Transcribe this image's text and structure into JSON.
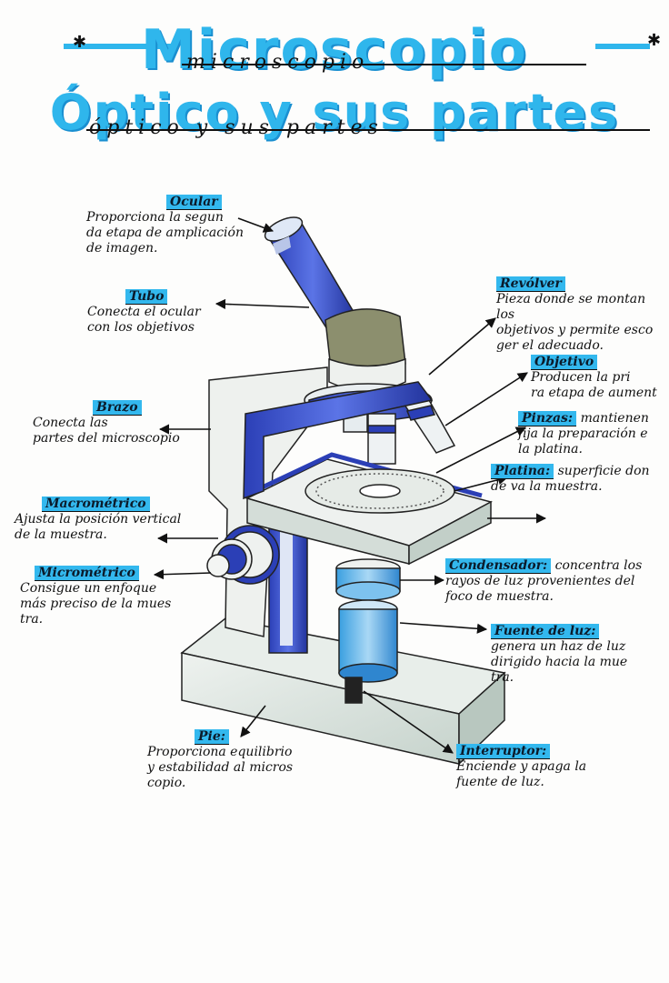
{
  "title": {
    "line1": "Microscopio",
    "line2": "Óptico y sus partes",
    "script1": "microscopio",
    "script2": "óptico y sus partes"
  },
  "colors": {
    "accent": "#2fb6ec",
    "accent_dark": "#2a3fb8",
    "ink": "#111111"
  },
  "parts": {
    "ocular": {
      "name": "Ocular",
      "desc": "Proporciona la segun\nda etapa de amplicación\nde imagen."
    },
    "tubo": {
      "name": "Tubo",
      "desc": "Conecta el ocular\ncon los objetivos"
    },
    "brazo": {
      "name": "Brazo",
      "desc": "Conecta las\npartes del microscopio"
    },
    "macrometrico": {
      "name": "Macrométrico",
      "desc": "Ajusta la posición vertical\nde la muestra."
    },
    "micrometrico": {
      "name": "Micrométrico",
      "desc": "Consigue un enfoque\nmás preciso de la mues\ntra."
    },
    "pie": {
      "name": "Pie:",
      "desc": "Proporciona equilibrio\ny estabilidad al micros\ncopio."
    },
    "revolver": {
      "name": "Revólver",
      "desc": "Pieza donde se montan los\nobjetivos y permite esco\nger el adecuado."
    },
    "objetivo": {
      "name": "Objetivo",
      "desc": "Producen la pri\nra etapa de aument"
    },
    "pinzas": {
      "name": "Pinzas:",
      "desc": "mantienen\nfija la preparación e\nla platina."
    },
    "platina": {
      "name": "Platina:",
      "desc": "superficie don\nde va la muestra."
    },
    "condensador": {
      "name": "Condensador:",
      "desc": "concentra los\nrayos de luz provenientes del\nfoco de muestra."
    },
    "fuente": {
      "name": "Fuente de luz:",
      "desc": "genera un haz de luz\ndirigido hacia la mue\ntra."
    },
    "interruptor": {
      "name": "Interruptor:",
      "desc": "Enciende y apaga la\nfuente de luz."
    }
  }
}
